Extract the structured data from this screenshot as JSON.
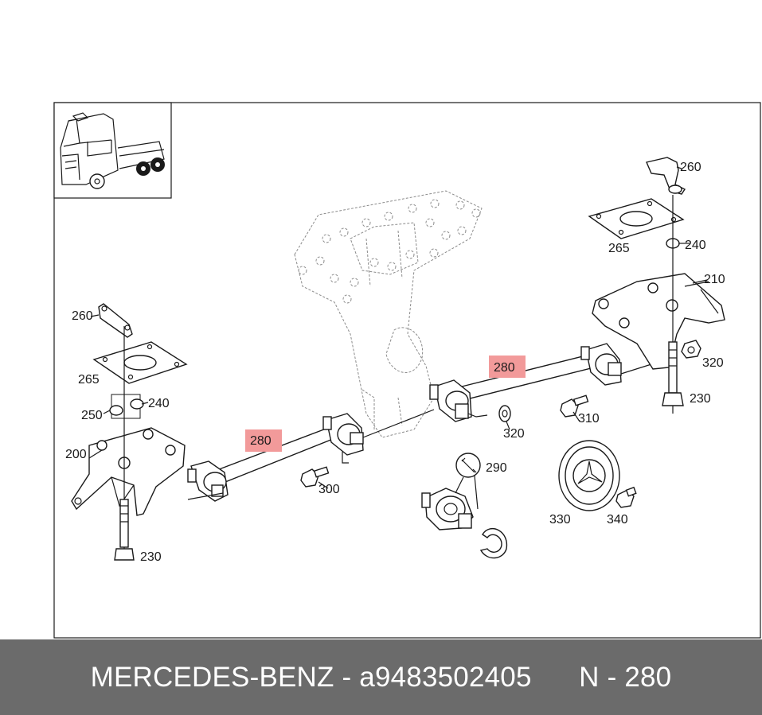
{
  "callouts": {
    "c260a": "260",
    "c260b": "260",
    "c265a": "265",
    "c265b": "265",
    "c240a": "240",
    "c240b": "240",
    "c250": "250",
    "c200": "200",
    "c210": "210",
    "c230a": "230",
    "c230b": "230",
    "c280a": "280",
    "c280b": "280",
    "c290": "290",
    "c300": "300",
    "c310": "310",
    "c320a": "320",
    "c320b": "320",
    "c330": "330",
    "c340": "340"
  },
  "colors": {
    "highlight": "#f29a9a",
    "footer_bg": "#6b6b6b",
    "footer_text": "#ffffff"
  },
  "footer": {
    "text": "MERCEDES-BENZ - a9483502405      N - 280"
  }
}
